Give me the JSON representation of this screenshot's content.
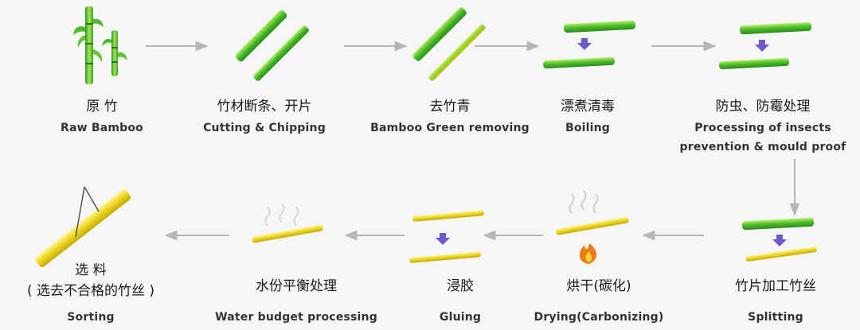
{
  "steps": [
    {
      "cn": "原 竹",
      "en": "Raw Bamboo"
    },
    {
      "cn": "竹材断条、开片",
      "en": "Cutting & Chipping"
    },
    {
      "cn": "去竹青",
      "en": "Bamboo Green removing"
    },
    {
      "cn": "漂煮清毒",
      "en": "Boiling"
    },
    {
      "cn": "防虫、防霉处理",
      "en": "Processing of insects",
      "en2": "prevention & mould proof"
    },
    {
      "cn": "竹片加工竹丝",
      "en": "Splitting"
    },
    {
      "cn": "烘干(碳化)",
      "en": "Drying(Carbonizing)"
    },
    {
      "cn": "浸胶",
      "en": "Gluing"
    },
    {
      "cn": "水份平衡处理",
      "en": "Water budget processing"
    },
    {
      "cn": "选 料",
      "cn2": "( 选去不合格的竹丝 )",
      "en": "Sorting"
    }
  ],
  "colors": {
    "bamboo_green": "#3fae2a",
    "bamboo_yellow": "#e6d21a",
    "arrow_gray": "#b5b5b5",
    "down_arrow": "#6a5acd",
    "flame": "#f07a10"
  },
  "icons": [
    "bamboo-plant-icon",
    "bamboo-strip-icon",
    "steam-icon",
    "flame-icon",
    "down-arrow-icon"
  ]
}
